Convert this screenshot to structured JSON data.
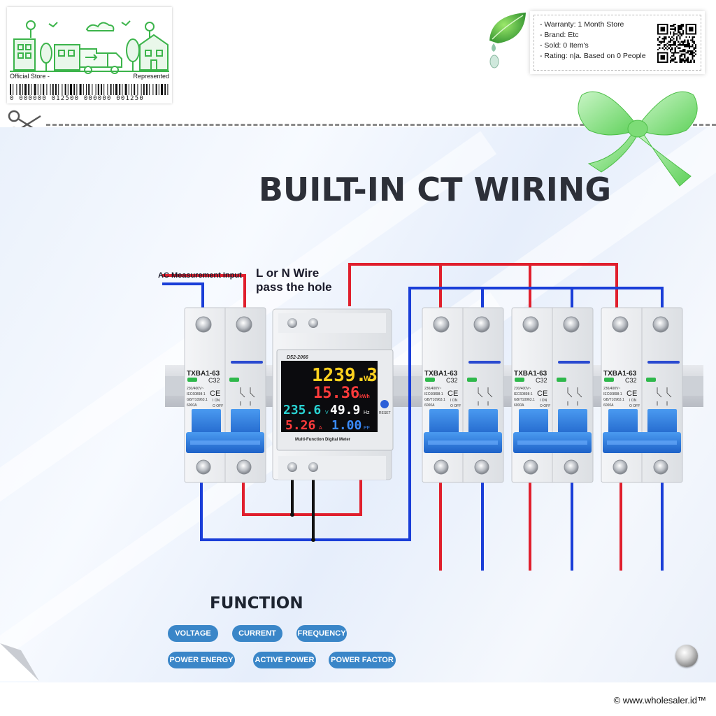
{
  "store_badge": {
    "left_label": "Official Store -",
    "right_label": "Represented",
    "barcode_number": "0 000000 012500 000000 001250"
  },
  "info_card": {
    "lines": [
      "- Warranty: 1 Month Store",
      "- Brand: Etc",
      "- Sold: 0 Item's",
      "- Rating: n|a. Based on 0 People"
    ]
  },
  "product": {
    "title": "BUILT-IN CT WIRING",
    "ac_input_label": "AC Measurement Input",
    "wire_label_1": "L or N Wire",
    "wire_label_2": "pass the hole",
    "breaker": {
      "model": "TXBA1-63",
      "rating": "C32",
      "spec_1": "230/400V~",
      "spec_2": "IEC60898-1",
      "spec_3": "GB/T10963.1",
      "spec_4": "6000A",
      "on": "I ON",
      "off": "O OFF"
    },
    "meter": {
      "model": "D52-2066",
      "power": "1239.3",
      "power_unit": "W",
      "energy": "15.36",
      "energy_unit": "kWh",
      "voltage": "235.6",
      "voltage_unit": "V",
      "frequency": "49.9",
      "frequency_unit": "Hz",
      "current": "5.26",
      "current_unit": "A",
      "pf": "1.00",
      "pf_unit": "PF",
      "reset": "RESET",
      "caption": "Multi-Function Digital Meter"
    },
    "function_title": "FUNCTION",
    "functions": [
      "VOLTAGE",
      "CURRENT",
      "FREQUENCY",
      "POWER ENERGY",
      "ACTIVE POWER",
      "POWER FACTOR"
    ],
    "colors": {
      "live": "#e01f2d",
      "neutral": "#1a3ed8",
      "breaker_blue": "#2f7fe0",
      "pill": "#3a86c8"
    }
  },
  "footer": {
    "copyright": "© www.wholesaler.id™"
  }
}
